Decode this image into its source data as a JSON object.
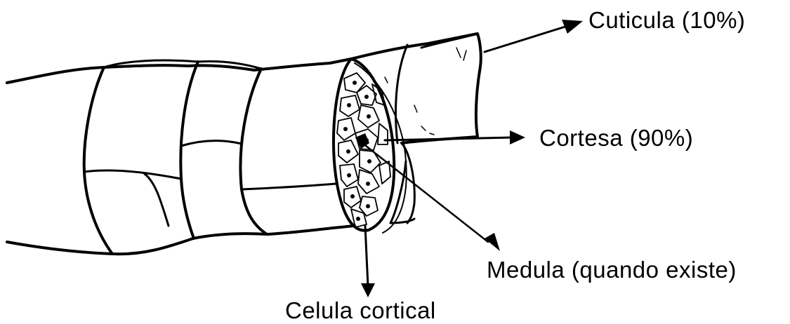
{
  "labels": {
    "cuticula": "Cuticula (10%)",
    "cortesa": "Cortesa (90%)",
    "medula": "Medula (quando existe)",
    "celula": "Celula cortical"
  },
  "colors": {
    "ink": "#000000",
    "background": "#ffffff"
  }
}
